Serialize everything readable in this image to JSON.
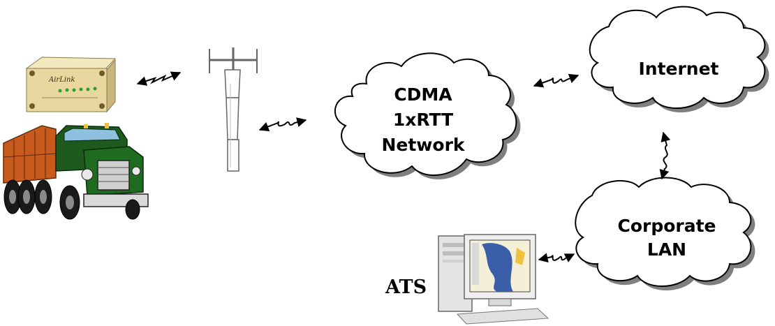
{
  "diagram": {
    "modem": {
      "brand": "AirLink"
    },
    "clouds": {
      "cdma": {
        "line1": "CDMA",
        "line2": "1xRTT",
        "line3": "Network"
      },
      "internet": {
        "line1": "Internet"
      },
      "corporate": {
        "line1": "Corporate",
        "line2": "LAN"
      }
    },
    "workstation": {
      "label": "ATS"
    }
  },
  "colors": {
    "cloud_fill": "#ffffff",
    "cloud_stroke": "#000000",
    "shadow": "#7f7f7f",
    "truck_cab": "#1e5a1e",
    "truck_bed": "#c85a1e",
    "modem_body": "#e8d8a0"
  }
}
